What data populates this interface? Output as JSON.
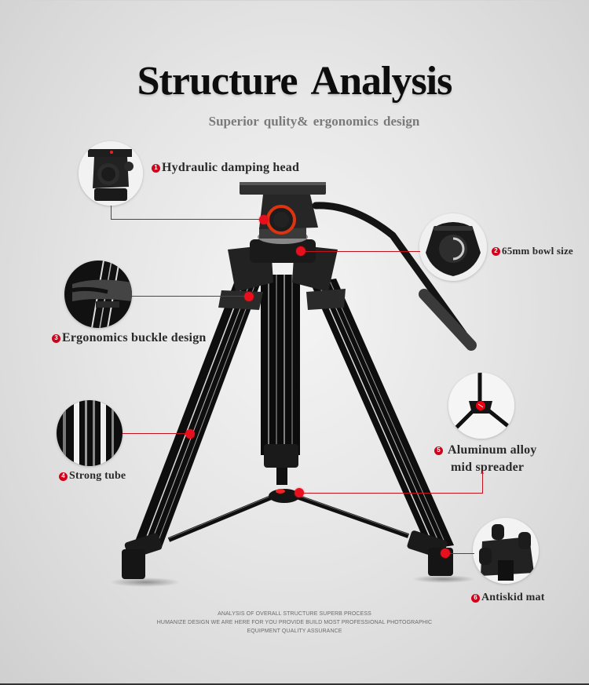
{
  "header": {
    "title": "Structure Analysis",
    "subtitle": "Superior qulity& ergonomics  design"
  },
  "callouts": [
    {
      "number": "1",
      "label": "Hydraulic  damping head",
      "icon": "fluid-head-closeup"
    },
    {
      "number": "2",
      "label": "65mm bowl size",
      "icon": "bowl-closeup"
    },
    {
      "number": "3",
      "label": "Ergonomics buckle design",
      "icon": "leg-lock-closeup"
    },
    {
      "number": "4",
      "label": "Strong tube",
      "icon": "tube-closeup"
    },
    {
      "number": "5",
      "label_line1": "Aluminum alloy",
      "label_line2": "mid  spreader",
      "icon": "spreader-closeup"
    },
    {
      "number": "6",
      "label": "Antiskid mat",
      "icon": "rubber-feet-closeup"
    }
  ],
  "footer": {
    "line1": "ANALYSIS OF OVERALL STRUCTURE SUPERB PROCESS",
    "line2": "HUMANIZE DESIGN WE ARE HERE FOR YOU PROVIDE BUILD MOST PROFESSIONAL PHOTOGRAPHIC",
    "line3": "EQUIPMENT QUALITY ASSURANCE"
  },
  "colors": {
    "accent": "#d0021b",
    "title": "#0d0d0d",
    "subtitle": "#7a7a7a",
    "background": "#e6e6e6"
  }
}
